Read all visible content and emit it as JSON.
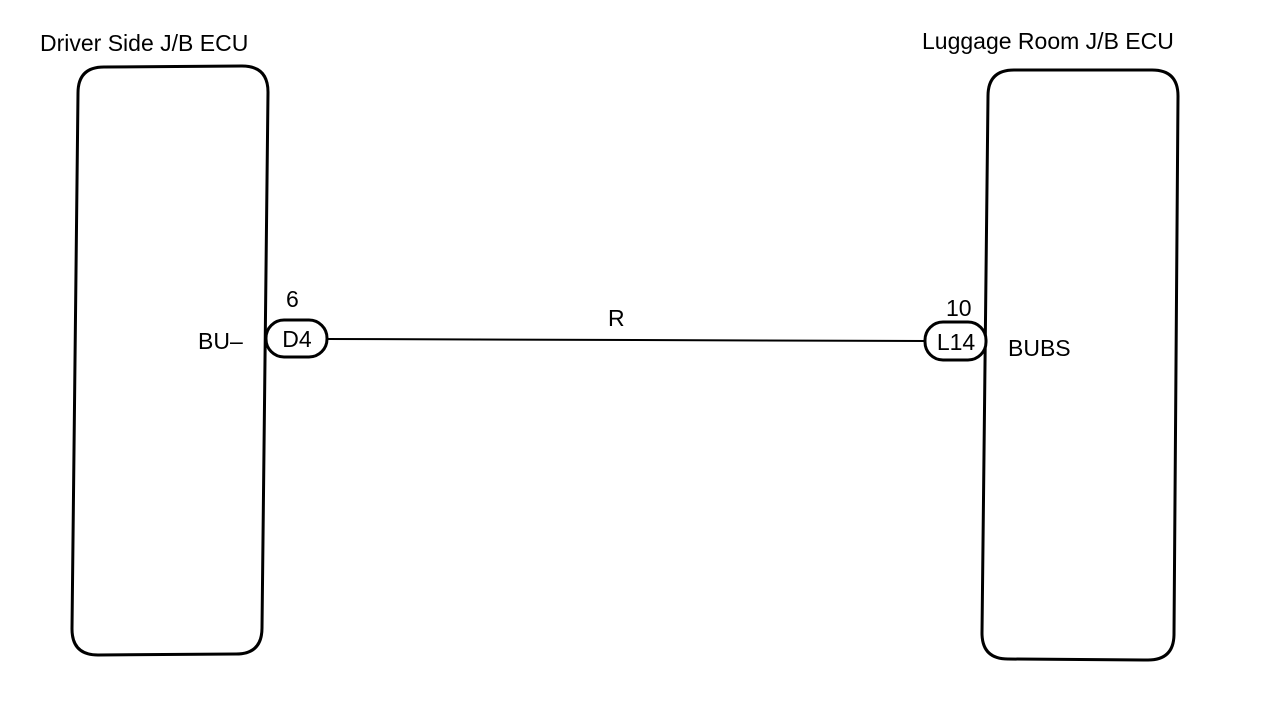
{
  "components": {
    "left": {
      "title": "Driver Side J/B ECU",
      "terminal": "BU–",
      "pin_number": "6",
      "connector": "D4"
    },
    "right": {
      "title": "Luggage Room J/B ECU",
      "terminal": "BUBS",
      "pin_number": "10",
      "connector": "L14"
    }
  },
  "wire": {
    "color_code": "R"
  }
}
